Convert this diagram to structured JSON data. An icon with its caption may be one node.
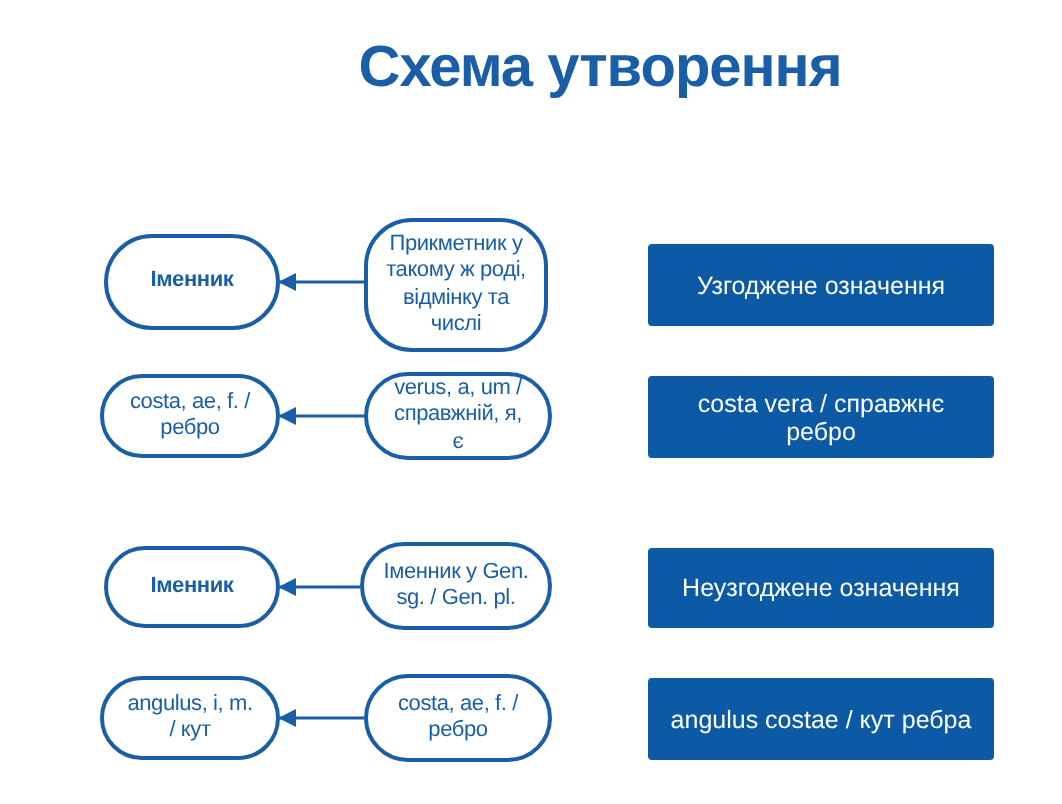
{
  "diagram": {
    "title": "Схема утворення",
    "nodes": [
      {
        "text": [
          "Іменник"
        ]
      },
      {
        "text": [
          "Прикметник у такому ж роді, відмінку та числі"
        ]
      },
      {
        "text": [
          "Узгоджене означення"
        ]
      },
      {
        "text": [
          "costa, ae, f. / ребро"
        ]
      },
      {
        "text": [
          "verus, a, um / справжній, я, є"
        ]
      },
      {
        "text": [
          "costa vera / справжнє ребро"
        ]
      },
      {
        "text": [
          "Іменник"
        ]
      },
      {
        "text": [
          "Іменник у Gen. sg. / Gen. pl."
        ]
      },
      {
        "text": [
          "Неузгоджене означення"
        ]
      },
      {
        "text": [
          "angulus, i, m. / кут"
        ]
      },
      {
        "text": [
          "costa, ae, f. / ребро"
        ]
      },
      {
        "text": [
          "angulus costae / кут ребра"
        ]
      }
    ],
    "edges": [
      {
        "from": 1,
        "to": 0,
        "arrow": "to"
      },
      {
        "from": 4,
        "to": 3,
        "arrow": "to"
      },
      {
        "from": 7,
        "to": 6,
        "arrow": "to"
      },
      {
        "from": 10,
        "to": 9,
        "arrow": "to"
      }
    ]
  }
}
